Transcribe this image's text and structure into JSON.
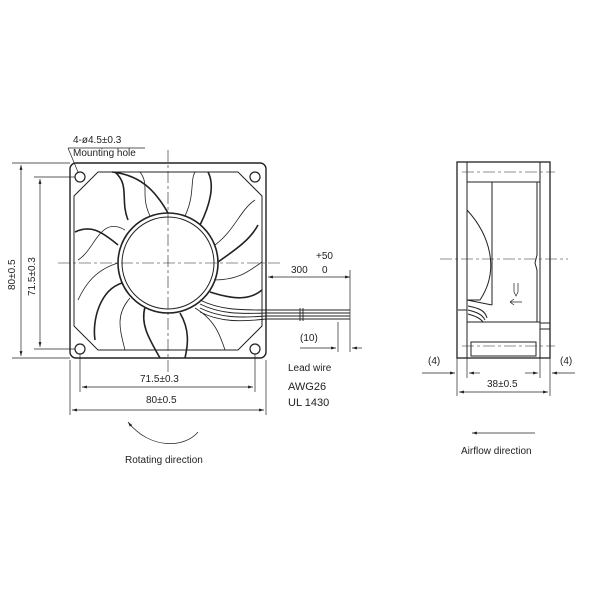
{
  "front_view": {
    "hole_spec": "4-ø4.5±0.3",
    "hole_label": "Mounting hole",
    "height_outer": "80±0.5",
    "height_pitch": "71.5±0.3",
    "width_pitch": "71.5±0.3",
    "width_outer": "80±0.5",
    "rotating_label": "Rotating direction"
  },
  "lead_wire": {
    "tolerance_upper": "+50",
    "length": "300",
    "tolerance_lower": "0",
    "strip_length": "(10)",
    "label": "Lead wire",
    "gauge": "AWG26",
    "standard": "UL 1430"
  },
  "side_view": {
    "left_offset": "(4)",
    "right_offset": "(4)",
    "depth": "38±0.5",
    "airflow_label": "Airflow direction"
  }
}
